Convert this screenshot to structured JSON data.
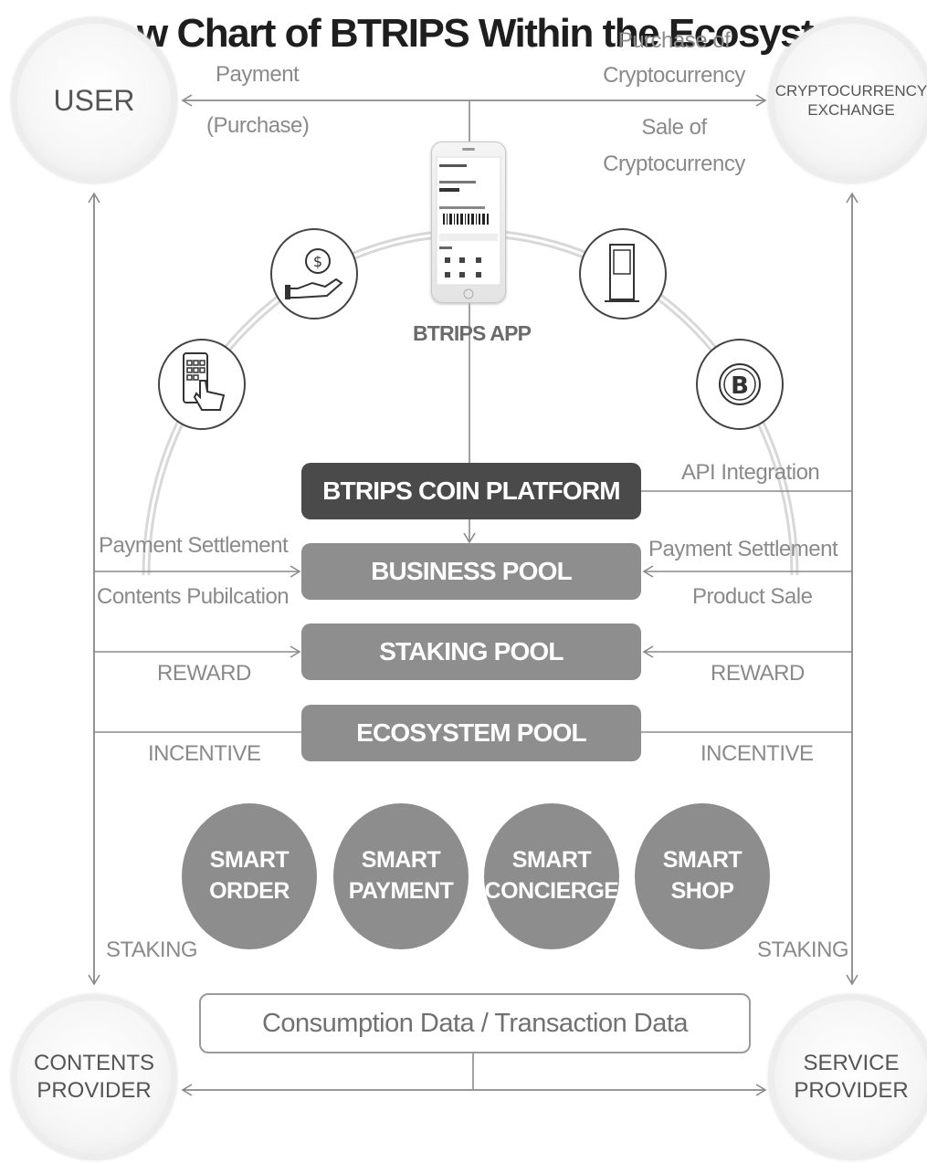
{
  "title": "w Chart of BTRIPS Within the Ecosystem",
  "nodes": {
    "user": "USER",
    "exchange": "CRYPTOCURRENCY\nEXCHANGE",
    "contents_provider": "CONTENTS\nPROVIDER",
    "service_provider": "SERVICE\nPROVIDER"
  },
  "edges": {
    "payment": "Payment",
    "purchase": "(Purchase)",
    "purchase_of_crypto": "Purchase of\nCryptocurrency",
    "sale_of_crypto": "Sale of\nCryptocurrency",
    "api_integration": "API Integration",
    "payment_settlement_left": "Payment Settlement",
    "contents_publication": "Contents Pubilcation",
    "payment_settlement_right": "Payment Settlement",
    "product_sale": "Product Sale",
    "reward_left": "REWARD",
    "reward_right": "REWARD",
    "incentive_left": "INCENTIVE",
    "incentive_right": "INCENTIVE",
    "staking_left": "STAKING",
    "staking_right": "STAKING"
  },
  "app": {
    "label": "BTRIPS APP",
    "icons": [
      "smartphone-tap-icon",
      "money-hand-icon",
      "kiosk-icon",
      "bitcoin-icon"
    ]
  },
  "platform": {
    "coin_platform": "BTRIPS COIN PLATFORM",
    "pools": [
      "BUSINESS POOL",
      "STAKING POOL",
      "ECOSYSTEM POOL"
    ]
  },
  "services": [
    "SMART\nORDER",
    "SMART\nPAYMENT",
    "SMART\nCONCIERGE",
    "SMART\nSHOP"
  ],
  "data_box": "Consumption Data / Transaction Data",
  "colors": {
    "platform_dark": "#4a4a4a",
    "pool_gray": "#8e8e8e",
    "line_gray": "#8a8a8a"
  }
}
